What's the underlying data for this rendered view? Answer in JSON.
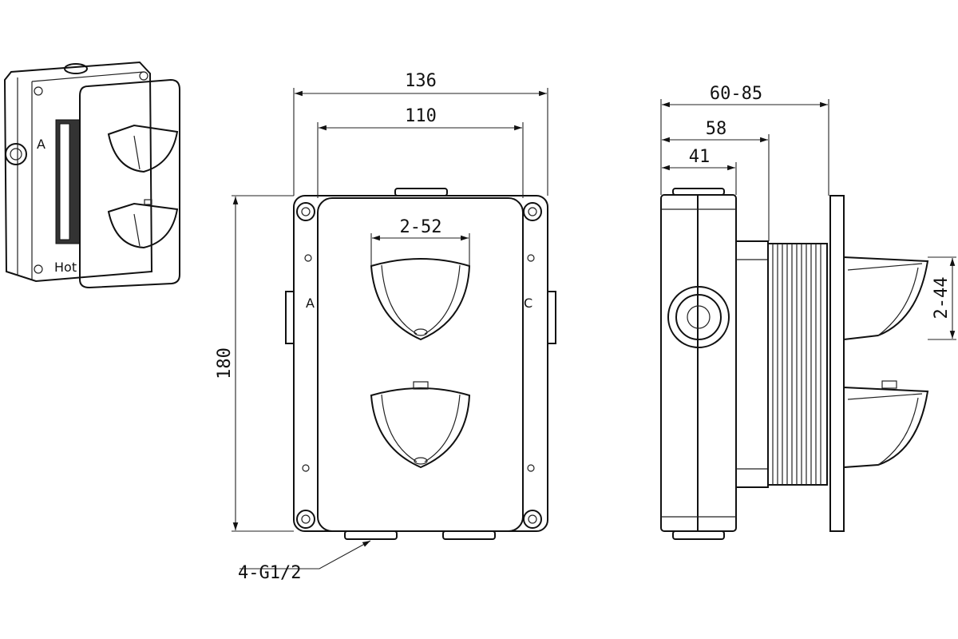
{
  "front_view": {
    "dim_width_outer": "136",
    "dim_width_inner": "110",
    "dim_handle_width": "2-52",
    "dim_height": "180",
    "port_callout": "4-G1/2",
    "mark_left": "A",
    "mark_right": "C"
  },
  "side_view": {
    "dim_depth_range": "60-85",
    "dim_depth_58": "58",
    "dim_depth_41": "41",
    "dim_handle_depth": "2-44"
  },
  "iso_view": {
    "mark_a": "A",
    "mark_hot": "Hot"
  }
}
